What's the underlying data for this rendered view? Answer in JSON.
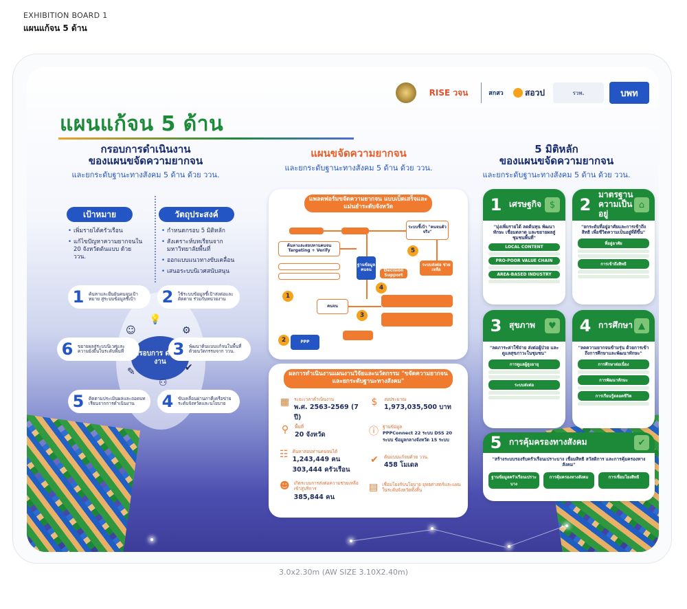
{
  "header": {
    "board_label": "EXHIBITION BOARD 1",
    "board_subtitle": "แผนแก้จน 5 ด้าน"
  },
  "logos": [
    {
      "icon": "government-seal-icon",
      "text": ""
    },
    {
      "icon": "rise-logo",
      "text": "RISE วจน"
    },
    {
      "icon": "ahub-logo",
      "text": "สกสว"
    },
    {
      "icon": "sorpor-logo",
      "text": "สอวป"
    },
    {
      "icon": "tdri-logo",
      "text": "รวพ."
    },
    {
      "icon": "bwk-logo",
      "text": "บพท"
    }
  ],
  "main_title": "แผนแก้จน 5 ด้าน",
  "col1": {
    "title_a": "กรอบการดำเนินงาน",
    "title_b": "ของแผนขจัดความยากจน",
    "subtitle": "และยกระดับฐานะทางสังคม 5 ด้าน ด้วย ววน.",
    "goal_label": "เป้าหมาย",
    "objective_label": "วัตถุประสงค์",
    "goals": [
      "เพิ่มรายได้ครัวเรือน",
      "แก้ไขปัญหาความยากจนใน 20 จังหวัดต้นแบบ ด้วย ววน."
    ],
    "objectives": [
      "กำหนดกรอบ 5 มิติหลัก",
      "สังเคราะห์บทเรียนจากมหาวิทยาลัยพื้นที่",
      "ออกแบบแนวทางขับเคลื่อน",
      "เสนอระบบนิเวศสนับสนุน"
    ],
    "hub": "กรอบการ ดำเนินงาน",
    "steps": [
      {
        "n": "1",
        "t": "ค้นหาและยืนยันคนจนเป้าหมาย สู่ระบบข้อมูลชี้เป้า"
      },
      {
        "n": "2",
        "t": "ใช้ระบบข้อมูลชี้เป้าส่งต่อและติดตาม ร่วมกับหน่วยงาน"
      },
      {
        "n": "3",
        "t": "พัฒนาต้นแบบแก้จนในพื้นที่ ด้วยนวัตกรรมจาก ววน."
      },
      {
        "n": "4",
        "t": "ขับเคลื่อนผ่านภาคีเครือข่ายระดับจังหวัดและนโยบาย"
      },
      {
        "n": "5",
        "t": "ติดตามประเมินผลและถอดบทเรียนจากการดำเนินงาน"
      },
      {
        "n": "6",
        "t": "ขยายผลสู่ระบบนิเวศและความยั่งยืนในระดับพื้นที่"
      }
    ]
  },
  "col2": {
    "title_a": "แผนขจัดความยากจน",
    "subtitle": "และยกระดับฐานะทางสังคม 5 ด้าน ด้วย ววน.",
    "platform_tag": "แพลตฟอร์มขจัดความยากจน แบบเบ็ดเสร็จและแม่นยำระดับจังหวัด",
    "flow": {
      "targeting": "ค้นหาและสอบทานคนจน Targeting + Verify",
      "database": "ฐานข้อมูล คนจน",
      "model": "ระบบชี้เป้า \"คนจนตัวจริง\"",
      "ppp": "PPP",
      "people": "คนจน",
      "decision": "Decision Support",
      "grey": "ระบบส่งต่อ ช่วยเหลือ",
      "n1": "1",
      "n2": "2",
      "n3": "3",
      "n4": "4",
      "n5": "5"
    },
    "results_tag": "ผลการดำเนินงานแผนงานวิจัยและนวัตกรรม \"ขจัดความยากจนและยกระดับฐานะทางสังคม\"",
    "results": [
      {
        "label": "ระยะเวลาดำเนินงาน",
        "value": "พ.ศ. 2563-2569 (7 ปี)"
      },
      {
        "label": "งบประมาณ",
        "value": "1,973,035,500 บาท"
      },
      {
        "label": "พื้นที่",
        "value": "20 จังหวัด"
      },
      {
        "label": "ฐานข้อมูล",
        "value": "PPPConnect 22 ระบบ DSS 20 ระบบ ข้อมูลกลางจังหวัด 15 ระบบ"
      },
      {
        "label": "ค้นหาสอบทานคนจนได้",
        "value": "1,243,449 คน 303,444 ครัวเรือน"
      },
      {
        "label": "ต้นแบบแก้จนด้วย ววน.",
        "value": "458 โมเดล"
      },
      {
        "label": "เกิดระบบการส่งต่อความช่วยเหลือเข้าสู่บริการ",
        "value": "385,844 คน"
      },
      {
        "label": "เชื่อมโยงกับนโยบาย ยุทธศาสตร์และแผนในระดับจังหวัดทั้งสิ้น",
        "value": ""
      }
    ]
  },
  "col3": {
    "title_a": "5 มิติหลัก",
    "title_b": "ของแผนขจัดความยากจน",
    "subtitle": "และยกระดับฐานะทางสังคม 5 ด้าน ด้วย ววน.",
    "dims": [
      {
        "n": "1",
        "name": "เศรษฐกิจ",
        "quote": "\"มุ่งเพิ่มรายได้ ลดต้นทุน พัฒนาทักษะ เชื่อมตลาด และขยายผลสู่ชุมชนพื้นที่\"",
        "chips": [
          "LOCAL CONTENT",
          "PRO-POOR VALUE CHAIN",
          "AREA-BASED INDUSTRY"
        ]
      },
      {
        "n": "2",
        "name": "มาตรฐาน ความเป็นอยู่",
        "quote": "\"ยกระดับที่อยู่อาศัยและการเข้าถึงสิทธิ เพื่อชีวิตความเป็นอยู่ที่ดีขึ้น\"",
        "chips": [
          "ที่อยู่อาศัย",
          "การเข้าถึงสิทธิ"
        ]
      },
      {
        "n": "3",
        "name": "สุขภาพ",
        "quote": "\"ลดภาระค่าใช้จ่าย ส่งต่อผู้ป่วย และดูแลสุขภาวะในชุมชน\"",
        "chips": [
          "การดูแลผู้สูงอายุ",
          "ระบบส่งต่อ"
        ]
      },
      {
        "n": "4",
        "name": "การศึกษา",
        "quote": "\"ลดความยากจนข้ามรุ่น ด้วยการเข้าถึงการศึกษาและพัฒนาทักษะ\"",
        "chips": [
          "การศึกษาต่อเนื่อง",
          "การพัฒนาทักษะ",
          "การเรียนรู้ตลอดชีวิต"
        ]
      },
      {
        "n": "5",
        "name": "การคุ้มครองทางสังคม",
        "quote": "\"สร้างระบบรองรับครัวเรือนเปราะบาง เชื่อมสิทธิ สวัสดิการ และการคุ้มครองทางสังคม\"",
        "chips": [
          "ฐานข้อมูลครัวเรือนเปราะบาง",
          "การคุ้มครองทางสังคม",
          "การเชื่อมโยงสิทธิ"
        ]
      }
    ]
  },
  "footer": {
    "size_note": "3.0x2.30m (AW SIZE 3.10X2.40m)"
  },
  "colors": {
    "green": "#1d8a3a",
    "blue": "#2455c4",
    "orange": "#f07a2e",
    "navy": "#162a6e"
  }
}
